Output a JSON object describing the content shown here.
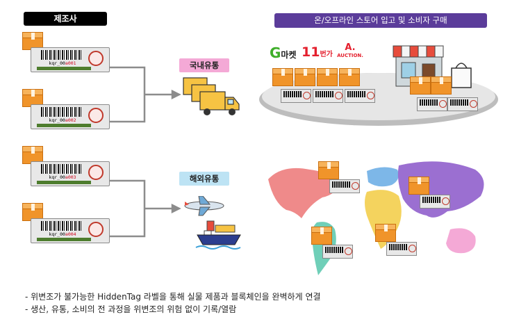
{
  "header": {
    "maker_label": "제조사",
    "store_label": "온/오프라인 스토어 입고 및 소비자 구매"
  },
  "distribution": {
    "domestic_label": "국내유통",
    "overseas_label": "해외유통"
  },
  "labels": [
    {
      "code_prefix": "kqr_00",
      "code_suffix": "a001"
    },
    {
      "code_prefix": "kqr_00",
      "code_suffix": "a002"
    },
    {
      "code_prefix": "kqr_00",
      "code_suffix": "a003"
    },
    {
      "code_prefix": "kqr_00",
      "code_suffix": "a004"
    }
  ],
  "stores": {
    "gmarket": {
      "g": "G",
      "text": "마켓"
    },
    "st11": {
      "num": "11",
      "text": "번가"
    },
    "auction": {
      "mark": "A.",
      "text": "AUCTION."
    }
  },
  "footer": {
    "line1": "- 위변조가 불가능한 HiddenTag 라벨을 통해 실물 제품과 블록체인을 완벽하게 연결",
    "line2": "- 생산, 유통, 소비의 전 과정을 위변조의 위험 없이 기록/열람"
  },
  "colors": {
    "maker_bg": "#000000",
    "store_bg": "#5b3c9a",
    "domestic_bg": "#f4a9d6",
    "overseas_bg": "#bde3f4",
    "box": "#f0942a"
  },
  "icons": [
    "box-icon",
    "truck-icon",
    "airplane-icon",
    "ship-icon",
    "storefront-icon",
    "shopping-bag-icon",
    "world-map-icon"
  ]
}
